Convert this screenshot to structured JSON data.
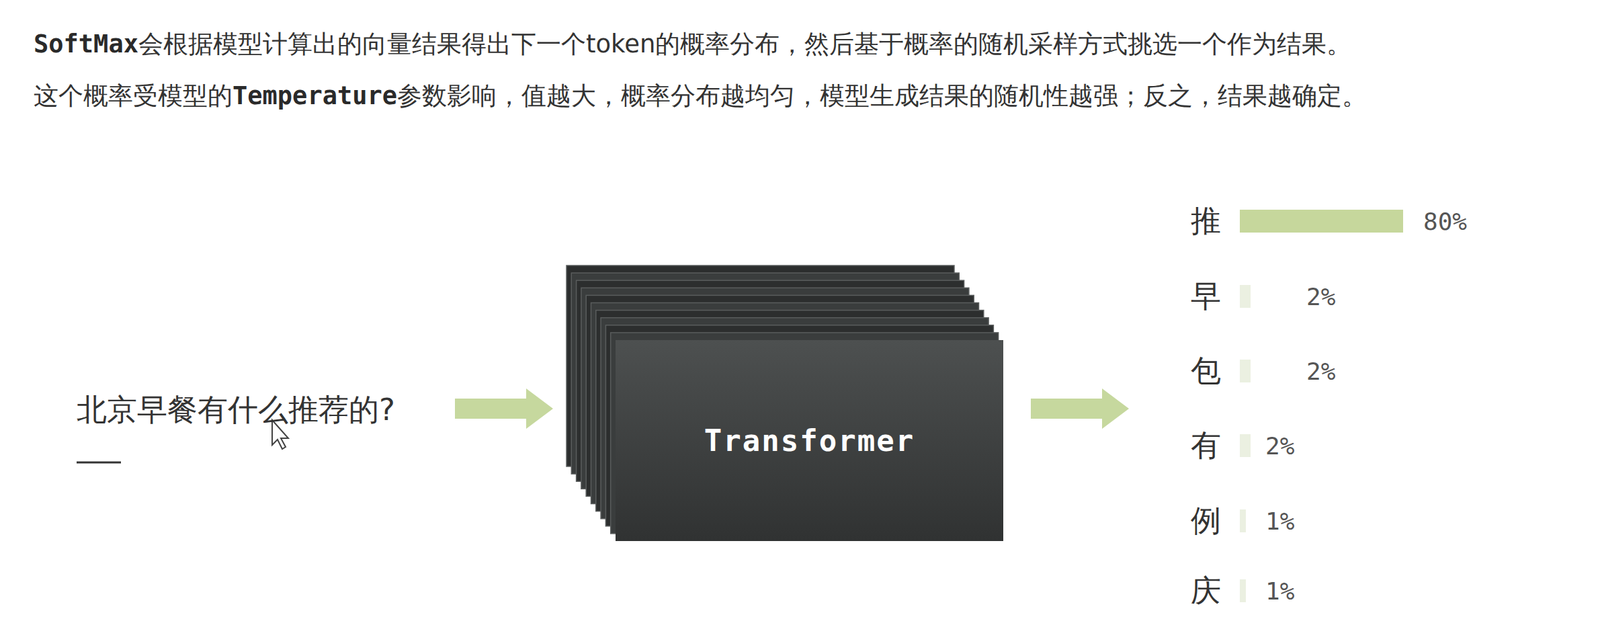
{
  "diagram": {
    "nodes": [
      {
        "text": [
          "Transformer"
        ]
      }
    ],
    "labels": [
      "SoftMax",
      "会根据模型计算出的向量结果得出下一个token的概率分布，然后基于概率的随机采样方式挑选一个作为结果。",
      "这个概率受模型的",
      "Temperature",
      "参数影响，值越大，概率分布越均匀，模型生成结果的随机性越强；反之，结果越确定。",
      "北京早餐有什么推荐的?",
      "推",
      "80%",
      "早",
      "2%",
      "包",
      "2%",
      "有",
      "2%",
      "例",
      "1%",
      "庆",
      "1%"
    ]
  }
}
